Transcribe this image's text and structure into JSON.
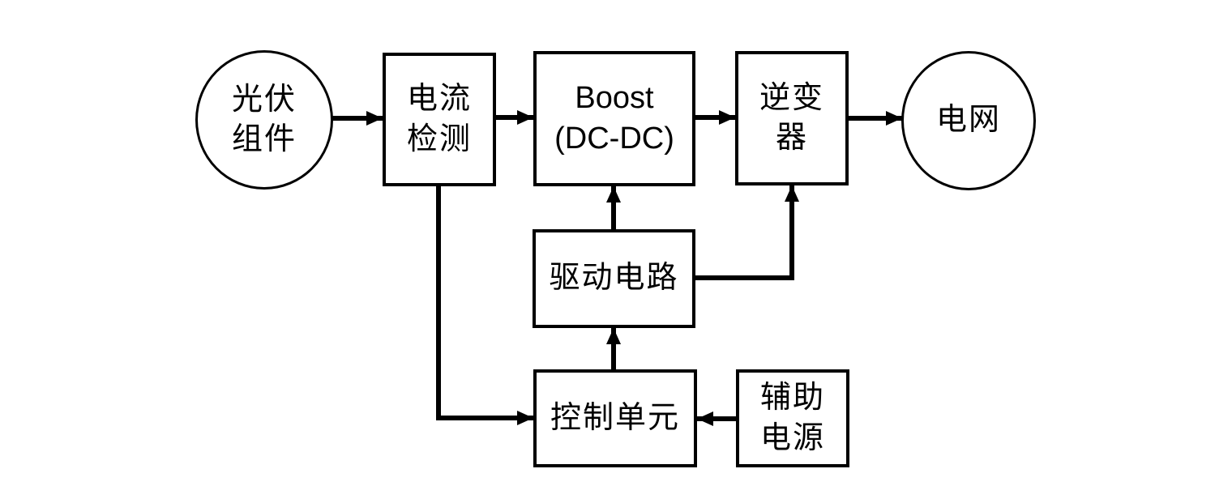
{
  "colors": {
    "stroke": "#000000",
    "text": "#000000",
    "background": "#ffffff"
  },
  "diagram": {
    "title": "",
    "nodes": [
      {
        "id": "pv-module",
        "shape": "circle",
        "label": "光伏\n组件"
      },
      {
        "id": "current-detection",
        "shape": "rect",
        "label": "电流\n检测"
      },
      {
        "id": "boost-dcdc",
        "shape": "rect",
        "label": "Boost\n(DC-DC)"
      },
      {
        "id": "inverter",
        "shape": "rect",
        "label": "逆变\n器"
      },
      {
        "id": "grid",
        "shape": "circle",
        "label": "电网"
      },
      {
        "id": "drive-circuit",
        "shape": "rect",
        "label": "驱动电路"
      },
      {
        "id": "control-unit",
        "shape": "rect",
        "label": "控制单元"
      },
      {
        "id": "aux-power",
        "shape": "rect",
        "label": "辅助\n电源"
      }
    ],
    "edges": [
      {
        "from": "pv-module",
        "to": "current-detection",
        "type": "arrow",
        "route": "right"
      },
      {
        "from": "current-detection",
        "to": "boost-dcdc",
        "type": "arrow",
        "route": "right"
      },
      {
        "from": "boost-dcdc",
        "to": "inverter",
        "type": "arrow",
        "route": "right"
      },
      {
        "from": "inverter",
        "to": "grid",
        "type": "arrow",
        "route": "right"
      },
      {
        "from": "current-detection",
        "to": "control-unit",
        "type": "arrow",
        "route": "down-then-right"
      },
      {
        "from": "control-unit",
        "to": "drive-circuit",
        "type": "arrow",
        "route": "up"
      },
      {
        "from": "drive-circuit",
        "to": "boost-dcdc",
        "type": "arrow",
        "route": "up"
      },
      {
        "from": "drive-circuit",
        "to": "inverter",
        "type": "arrow",
        "route": "right-then-up"
      },
      {
        "from": "aux-power",
        "to": "control-unit",
        "type": "arrow",
        "route": "left"
      }
    ]
  }
}
